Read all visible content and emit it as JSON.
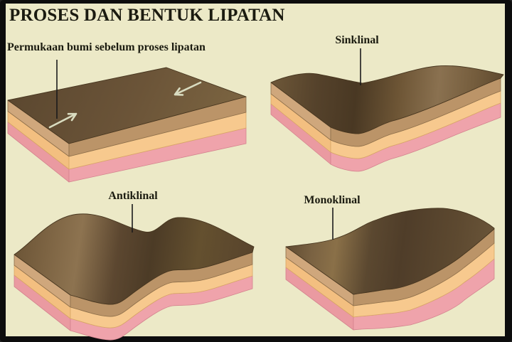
{
  "title": "PROSES DAN BENTUK LIPATAN",
  "labels": {
    "flat": "Permukaan bumi sebelum proses lipatan",
    "sinklinal": "Sinklinal",
    "antiklinal": "Antiklinal",
    "monoklinal": "Monoklinal"
  },
  "colors": {
    "background": "#ece9c7",
    "frame_border": "#0d0d0d",
    "text": "#1b1b10",
    "leader_line": "#1b1b1b",
    "compression_arrow": "#d9dcc0",
    "layer_surface_brown": "#6a5336",
    "layer_surface_light": "#8d7350",
    "layer_surface_shadow": "#4c3a26",
    "layer_tan_front": "#bb9468",
    "layer_tan_side": "#cfa77c",
    "layer_orange_front": "#f7c98e",
    "layer_orange_side": "#f3bf80",
    "layer_pink_front": "#efa3ab",
    "layer_pink_side": "#ea9aa1"
  },
  "icons": {
    "left_arrow": "compression-arrow-pointing-right",
    "right_arrow": "compression-arrow-pointing-left"
  }
}
